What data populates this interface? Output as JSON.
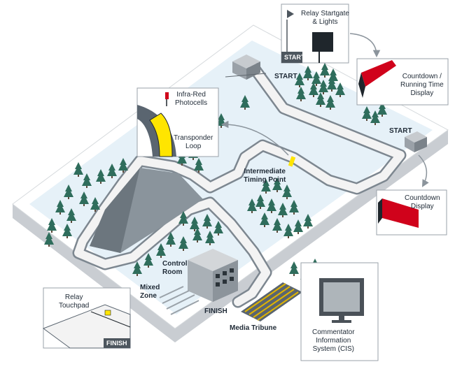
{
  "labels": {
    "start_top": "START",
    "start_right": "START",
    "intermediate": "Intermediate\nTiming Point",
    "control_room": "Control\nRoom",
    "mixed_zone": "Mixed\nZone",
    "finish": "FINISH",
    "media_tribune": "Media Tribune"
  },
  "callouts": {
    "relay_startgate": {
      "title": "Relay Startgate\n& Lights",
      "tag": "START"
    },
    "countdown_running": {
      "title": "Countdown /\nRunning Time\nDisplay"
    },
    "infrared": {
      "title_a": "Infra-Red\nPhotocells",
      "title_b": "Transponder\nLoop"
    },
    "countdown_display": {
      "title": "Countdown\nDisplay"
    },
    "relay_touchpad": {
      "title": "Relay\nTouchpad",
      "tag": "FINISH"
    },
    "commentator": {
      "title": "Commentator\nInformation\nSystem (CIS)"
    }
  },
  "colors": {
    "snow": "#e6f1f8",
    "base": "#ffffff",
    "base_edge": "#c9cdd2",
    "track": "#f3f3f3",
    "track_edge": "#7d8790",
    "tree": "#2f6d5c",
    "accent_red": "#d0021b",
    "accent_yellow": "#ffe500",
    "arrow": "#8b949c"
  },
  "icons": [
    "tree-icon",
    "start-hut-icon",
    "control-room-icon",
    "monitor-icon",
    "photocell-icon",
    "countdown-board-icon"
  ]
}
